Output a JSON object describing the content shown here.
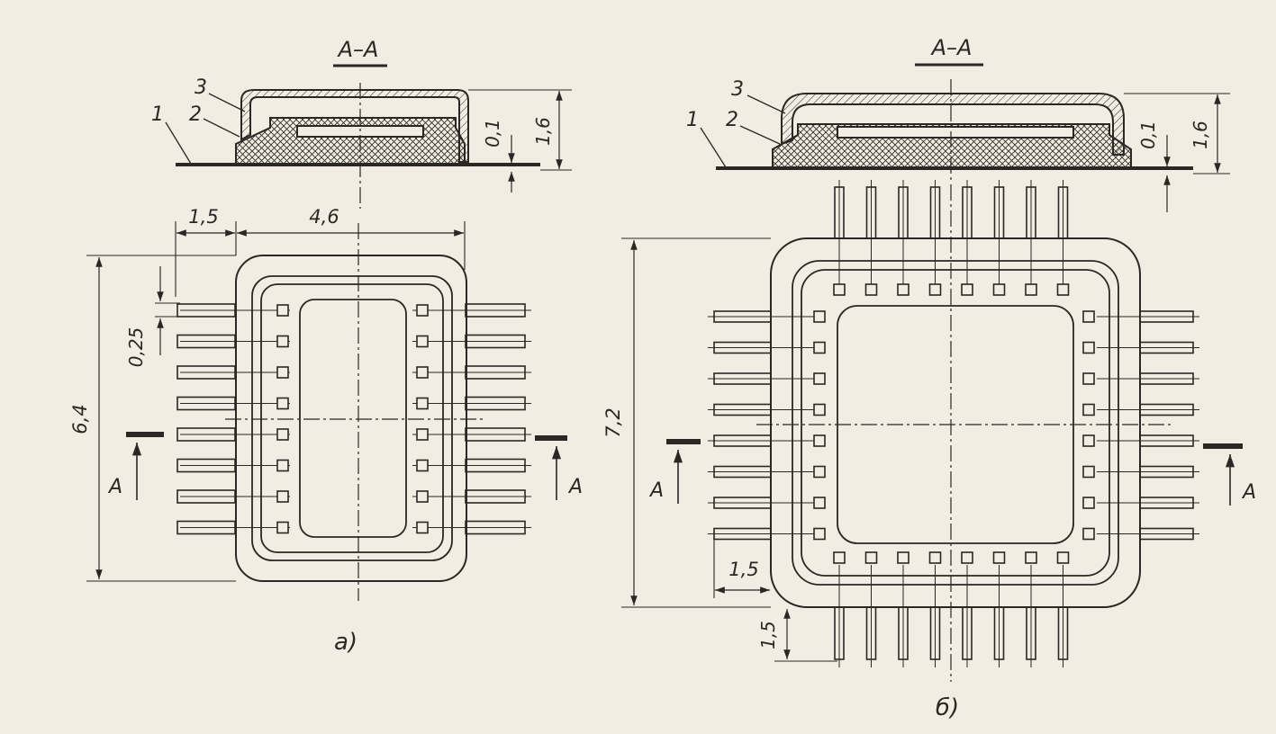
{
  "figure_a": {
    "section_title": "A–A",
    "callouts": [
      "1",
      "2",
      "3"
    ],
    "dims": {
      "thickness_small": "0,1",
      "height": "1,6",
      "lead_len": "1,5",
      "width": "4,6",
      "pitch": "0,25",
      "length": "6,4"
    },
    "section_mark": "A",
    "caption": "a)",
    "leads_per_side": 8
  },
  "figure_b": {
    "section_title": "A–A",
    "callouts": [
      "1",
      "2",
      "3"
    ],
    "dims": {
      "thickness_small": "0,1",
      "height": "1,6",
      "size": "7,2",
      "lead_len_h": "1,5",
      "lead_len_v": "1,5"
    },
    "section_mark": "A",
    "caption": "б)",
    "leads_per_side": 8
  }
}
